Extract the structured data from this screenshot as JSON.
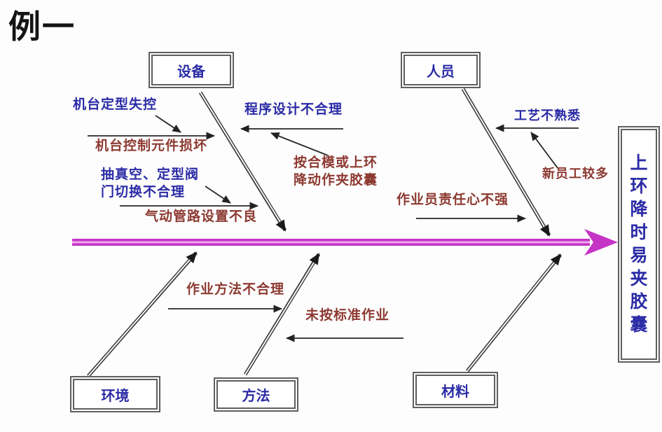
{
  "title": "例一",
  "effect": {
    "label": "上环降时易夹胶囊"
  },
  "categories": {
    "equipment": "设备",
    "personnel": "人员",
    "environment": "环境",
    "method": "方法",
    "material": "材料"
  },
  "causes": {
    "machine_shaping_out_of_control": "机台定型失控",
    "machine_control_component_damaged": "机台控制元件损坏",
    "vacuum_valve_switch_unreasonable": "抽真空、定型阀\n门切换不合理",
    "pneumatic_piping_poor": "气动管路设置不良",
    "program_design_unreasonable": "程序设计不合理",
    "mold_close_or_ring_clamps_bladder": "按合模或上环\n降动作夹胶囊",
    "process_unfamiliar": "工艺不熟悉",
    "many_new_employees": "新员工较多",
    "operator_responsibility_weak": "作业员责任心不强",
    "work_method_unreasonable": "作业方法不合理",
    "not_following_standard_work": "未按标准作业"
  },
  "colors": {
    "primary_cause_text": "#2b2ba6",
    "secondary_cause_text": "#8d3a32",
    "spine": "#c534c5",
    "spine_core": "#f2a7f2",
    "box_border": "#5f5f5f",
    "line": "#262626"
  }
}
